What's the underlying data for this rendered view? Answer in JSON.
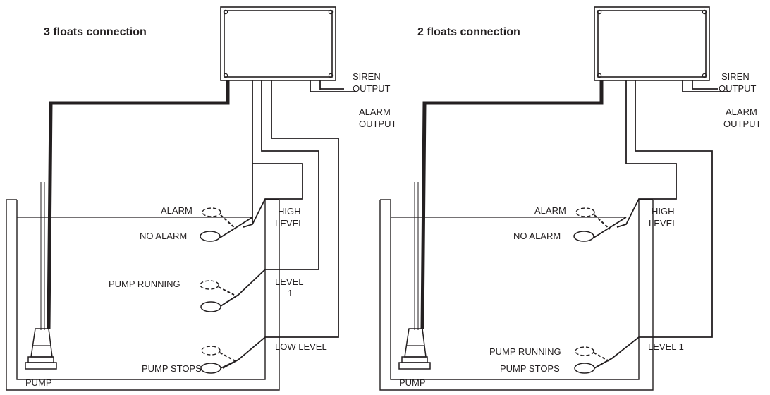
{
  "panels": {
    "three_floats": {
      "title": "3 floats connection",
      "siren_line1": "SIREN",
      "siren_line2": "OUTPUT",
      "alarm_out_line1": "ALARM",
      "alarm_out_line2": "OUTPUT",
      "high_level_line1": "HIGH",
      "high_level_line2": "LEVEL",
      "level1_line1": "LEVEL",
      "level1_line2": "1",
      "low_level": "LOW LEVEL",
      "alarm": "ALARM",
      "no_alarm": "NO ALARM",
      "pump_running": "PUMP RUNNING",
      "pump_stops": "PUMP STOPS",
      "pump": "PUMP"
    },
    "two_floats": {
      "title": "2 floats connection",
      "siren_line1": "SIREN",
      "siren_line2": "OUTPUT",
      "alarm_out_line1": "ALARM",
      "alarm_out_line2": "OUTPUT",
      "high_level_line1": "HIGH",
      "high_level_line2": "LEVEL",
      "level1": "LEVEL 1",
      "alarm": "ALARM",
      "no_alarm": "NO ALARM",
      "pump_running": "PUMP RUNNING",
      "pump_stops": "PUMP STOPS",
      "pump": "PUMP"
    }
  },
  "colors": {
    "line": "#231f20",
    "background": "#ffffff"
  }
}
